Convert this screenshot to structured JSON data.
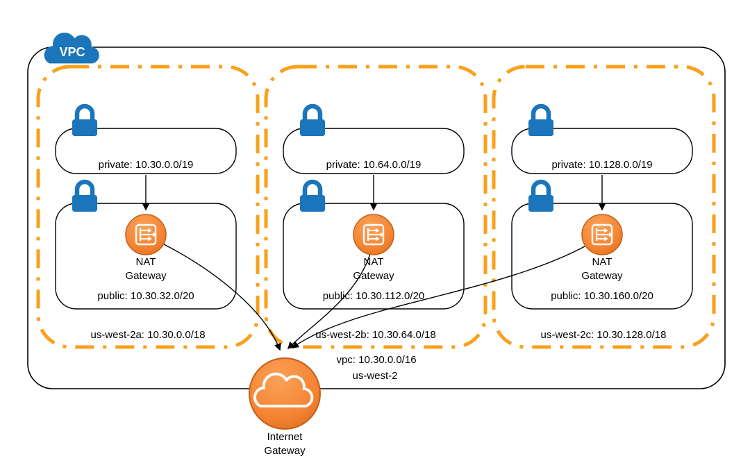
{
  "diagram": {
    "vpc_badge": "VPC",
    "vpc_cidr_label": "vpc: 10.30.0.0/16",
    "vpc_region_label": "us-west-2",
    "nat_gateway_label": {
      "line1": "NAT",
      "line2": "Gateway"
    },
    "internet_gateway_label": {
      "line1": "Internet",
      "line2": "Gateway"
    },
    "availability_zones": [
      {
        "az_label": "us-west-2a: 10.30.0.0/18",
        "private_subnet_label": "private: 10.30.0.0/19",
        "public_subnet_label": "public: 10.30.32.0/20"
      },
      {
        "az_label": "us-west-2b: 10.30.64.0/18",
        "private_subnet_label": "private: 10.64.0.0/19",
        "public_subnet_label": "public: 10.30.112.0/20"
      },
      {
        "az_label": "us-west-2c: 10.30.128.0/18",
        "private_subnet_label": "private: 10.128.0.0/19",
        "public_subnet_label": "public: 10.30.160.0/20"
      }
    ],
    "colors": {
      "az_border_orange": "#F9A11B",
      "gateway_orange": "#F58534",
      "lock_blue": "#1B75BB",
      "outline_black": "#000000",
      "background": "#FFFFFF"
    }
  }
}
